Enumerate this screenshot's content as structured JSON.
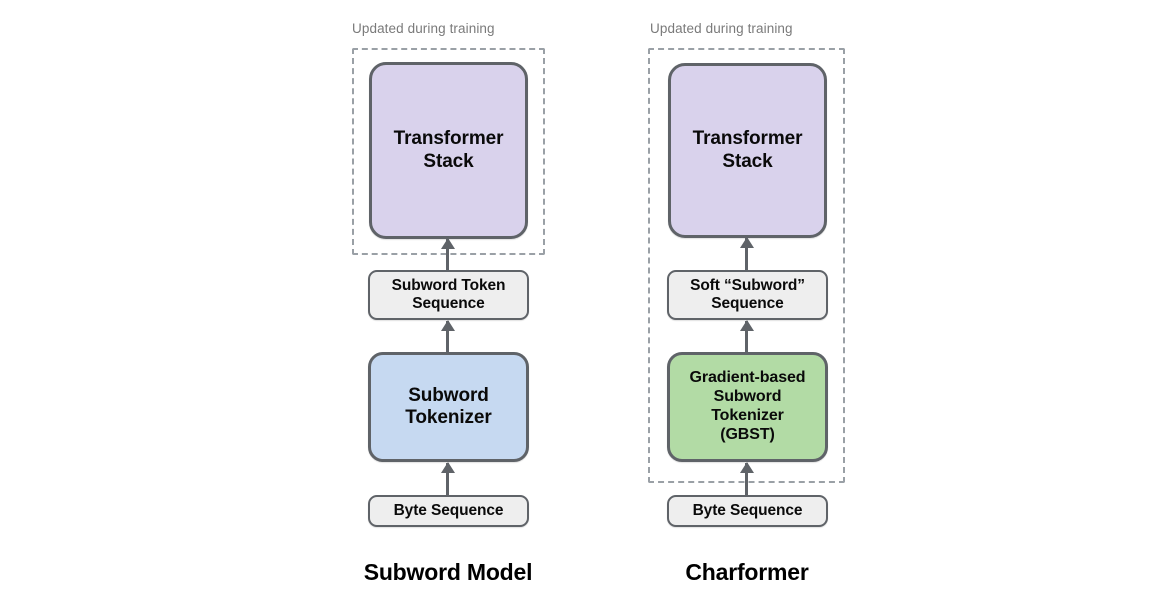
{
  "diagram": {
    "title_left": "Subword Model",
    "title_right": "Charformer",
    "region_caption": "Updated during training",
    "colors": {
      "transformer_fill": "#d9d2ec",
      "subword_tokenizer_fill": "#c6d9f1",
      "gbst_fill": "#b2dba5",
      "neutral_fill": "#eeeeee",
      "node_border": "#5f6368",
      "dashed_border": "#9aa0a6",
      "caption_color": "#7a7a7a"
    }
  },
  "left_column": {
    "caption": "Updated during training",
    "title": "Subword Model",
    "nodes": {
      "transformer_line1": "Transformer",
      "transformer_line2": "Stack",
      "sequence_line1": "Subword Token",
      "sequence_line2": "Sequence",
      "tokenizer_line1": "Subword",
      "tokenizer_line2": "Tokenizer",
      "byte_sequence": "Byte Sequence"
    }
  },
  "right_column": {
    "caption": "Updated during training",
    "title": "Charformer",
    "nodes": {
      "transformer_line1": "Transformer",
      "transformer_line2": "Stack",
      "sequence_line1": "Soft “Subword”",
      "sequence_line2": "Sequence",
      "tokenizer_line1": "Gradient-based",
      "tokenizer_line2": "Subword",
      "tokenizer_line3": "Tokenizer",
      "tokenizer_line4": "(GBST)",
      "byte_sequence": "Byte Sequence"
    }
  }
}
